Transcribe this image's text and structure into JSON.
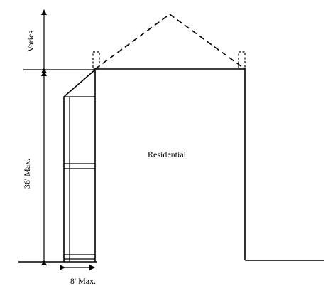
{
  "labels": {
    "varies": "Varies",
    "max_height": "36' Max.",
    "max_width": "8' Max.",
    "building": "Residential"
  },
  "colors": {
    "line": "#000000",
    "background": "#ffffff"
  }
}
